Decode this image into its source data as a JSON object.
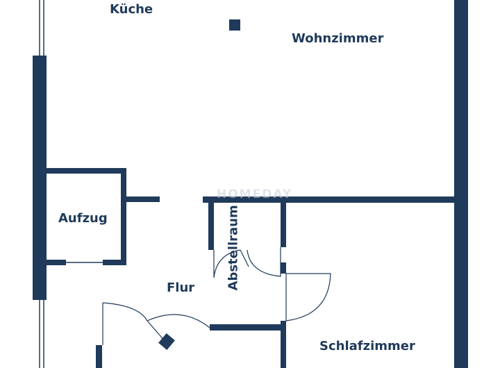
{
  "floorplan": {
    "wall_color": "#1f3a5a",
    "label_color": "#1f3a5a",
    "rooms": {
      "kueche": "Küche",
      "wohnzimmer": "Wohnzimmer",
      "aufzug": "Aufzug",
      "abstellraum": "Abstellraum",
      "flur": "Flur",
      "schlafzimmer": "Schlafzimmer"
    },
    "watermark": "HOMEDAY"
  }
}
